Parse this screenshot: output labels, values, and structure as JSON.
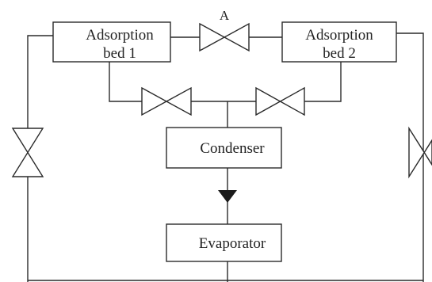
{
  "diagram": {
    "adsorption_bed_1": {
      "line1": "Adsorption",
      "line2": "bed 1"
    },
    "adsorption_bed_2": {
      "line1": "Adsorption",
      "line2": "bed 2"
    },
    "condenser": "Condenser",
    "evaporator": "Evaporator",
    "valve_a_label": "A"
  }
}
